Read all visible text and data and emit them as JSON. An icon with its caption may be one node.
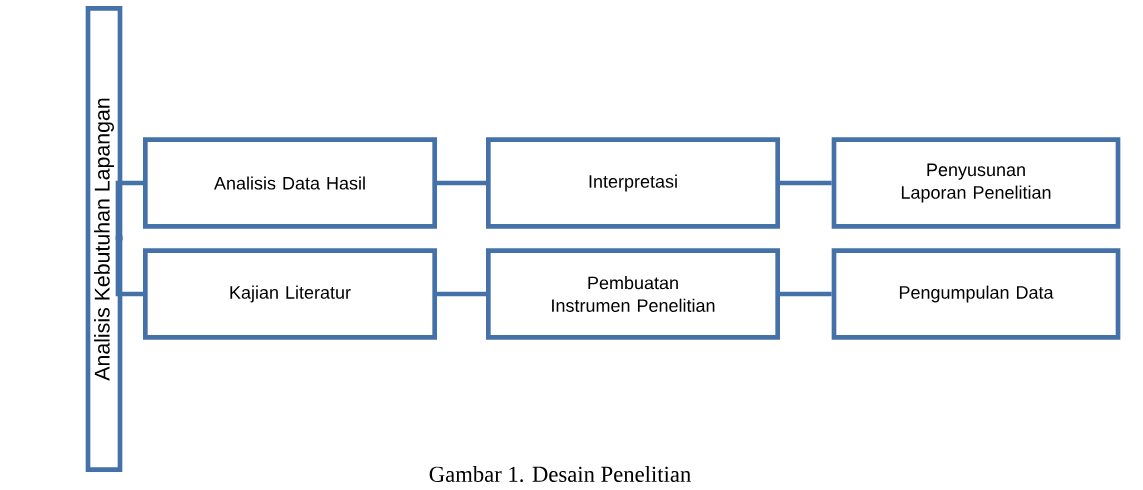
{
  "diagram": {
    "caption": "Gambar 1. Desain Penelitian",
    "nodes": [
      {
        "text": [
          "Analisis Kebutuhan Lapangan"
        ]
      },
      {
        "text": [
          "Analisis Data Hasil"
        ]
      },
      {
        "text": [
          "Interpretasi"
        ]
      },
      {
        "text": [
          "Penyusunan Laporan Penelitian"
        ]
      },
      {
        "text": [
          "Kajian Literatur"
        ]
      },
      {
        "text": [
          "Pembuatan Instrumen Penelitian"
        ]
      },
      {
        "text": [
          "Pengumpulan Data"
        ]
      }
    ],
    "edges": [
      {
        "from": 0,
        "to": 1,
        "arrow": "none"
      },
      {
        "from": 0,
        "to": 4,
        "arrow": "none"
      },
      {
        "from": 1,
        "to": 2,
        "arrow": "none"
      },
      {
        "from": 2,
        "to": 3,
        "arrow": "none"
      },
      {
        "from": 4,
        "to": 5,
        "arrow": "none"
      },
      {
        "from": 5,
        "to": 6,
        "arrow": "none"
      }
    ]
  }
}
